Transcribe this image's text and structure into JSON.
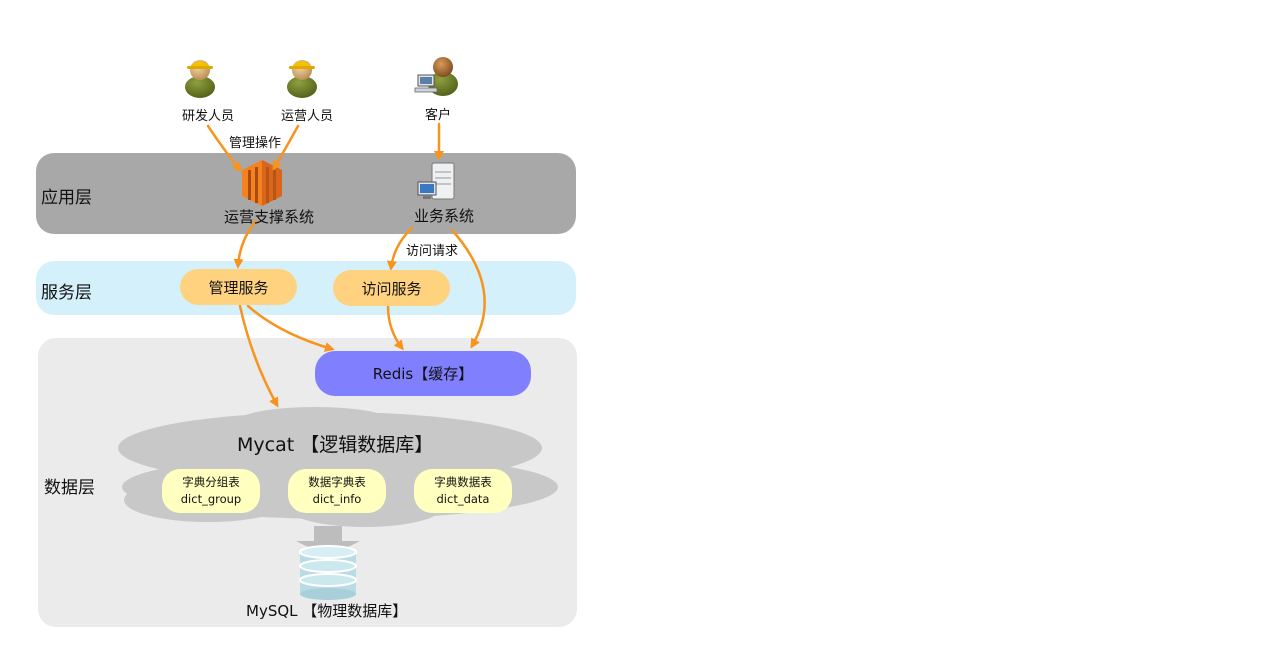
{
  "actors": {
    "developer": "研发人员",
    "operator": "运营人员",
    "customer": "客户"
  },
  "edge_labels": {
    "manage_ops": "管理操作",
    "access_request": "访问请求"
  },
  "layers": {
    "application": {
      "label": "应用层",
      "ops_system": "运营支撑系统",
      "business_system": "业务系统"
    },
    "service": {
      "label": "服务层",
      "manage_service": "管理服务",
      "access_service": "访问服务"
    },
    "data": {
      "label": "数据层",
      "redis": "Redis【缓存】",
      "mycat": "Mycat 【逻辑数据库】",
      "tables": [
        {
          "cn": "字典分组表",
          "en": "dict_group"
        },
        {
          "cn": "数据字典表",
          "en": "dict_info"
        },
        {
          "cn": "字典数据表",
          "en": "dict_data"
        }
      ],
      "mysql": "MySQL 【物理数据库】"
    }
  },
  "colors": {
    "app_layer": "#a8a8a8",
    "service_layer": "#d4f1fb",
    "data_layer": "#ebebeb",
    "service_pill": "#ffd27f",
    "redis": "#8080ff",
    "table_pill": "#ffffc0",
    "arrow": "#f7941d",
    "cloud": "#c8c8c8"
  }
}
